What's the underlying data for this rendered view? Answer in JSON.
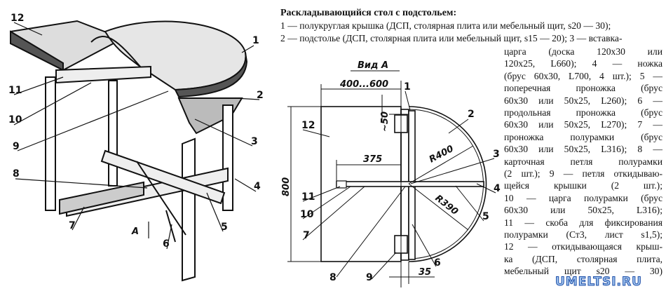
{
  "description": {
    "title": "Раскладывающийся стол с подстольем:",
    "wide_lines": [
      "1 — полукруглая крышка (ДСП, столярная плита или мебельный щит, s20 — 30);",
      "2 — подстолье (ДСП, столярная плита или мебельный щит, s15 — 20); 3 — вставка-"
    ],
    "column_lines": [
      "царга (доска 120х30 или",
      "120х25, L660); 4 — ножка",
      "(брус 60х30, L700, 4 шт.); 5 —",
      "поперечная проножка (брус",
      "60х30 или 50х25, L260); 6 —",
      "продольная проножка (брус",
      "60х30 или 50х25, L270); 7 —",
      "проножка полурамки (брус",
      "60х30 или 50х25, L316); 8 —",
      "карточная петля полурамки",
      "(2 шт.); 9 — петля откидываю-",
      "щейся крышки (2 шт.);",
      "10 — царга полурамки (брус",
      "60х30 или 50х25, L316);",
      "11 — скоба для фиксирования",
      "полурамки (Ст3, лист s1,5);",
      "12 — откидывающаяся крыш-",
      "ка (ДСП, столярная плита,",
      "мебельный щит s20 — 30)"
    ]
  },
  "iso_view": {
    "labels": [
      "12",
      "11",
      "10",
      "9",
      "8",
      "7",
      "А",
      "6",
      "5",
      "4",
      "3",
      "2",
      "1"
    ]
  },
  "view_a": {
    "title": "Вид А",
    "dims": {
      "width": "400...600",
      "offset": "~50",
      "height": "800",
      "bar": "375",
      "r_outer": "R400",
      "r_inner": "R390",
      "gap": "35"
    },
    "labels": [
      "1",
      "2",
      "3",
      "4",
      "5",
      "6",
      "12",
      "11",
      "10",
      "7",
      "8",
      "9"
    ]
  },
  "watermark": "UMELTSI.RU"
}
